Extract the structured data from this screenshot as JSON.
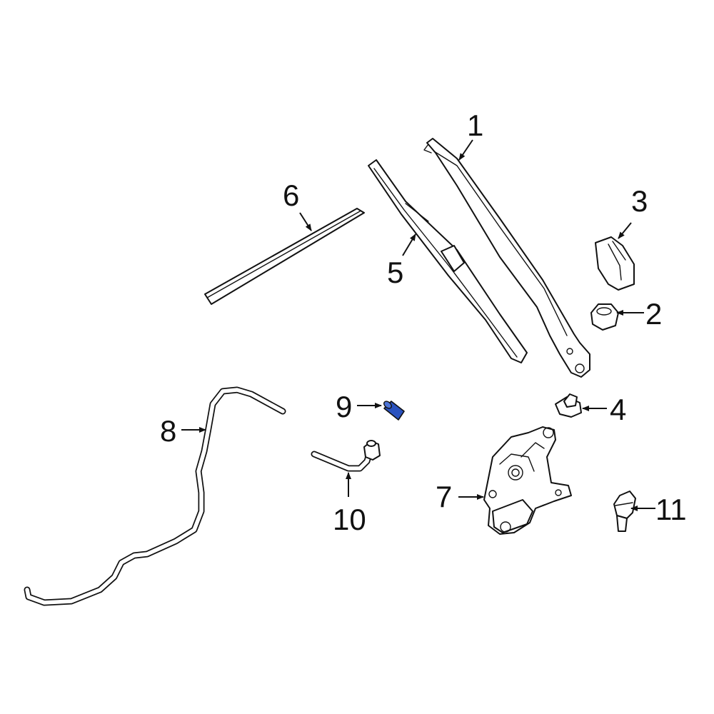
{
  "colors": {
    "line": "#111111",
    "background": "#ffffff",
    "highlight": "#2a52be"
  },
  "callouts": {
    "c1": "1",
    "c2": "2",
    "c3": "3",
    "c4": "4",
    "c5": "5",
    "c6": "6",
    "c7": "7",
    "c8": "8",
    "c9": "9",
    "c10": "10",
    "c11": "11"
  }
}
